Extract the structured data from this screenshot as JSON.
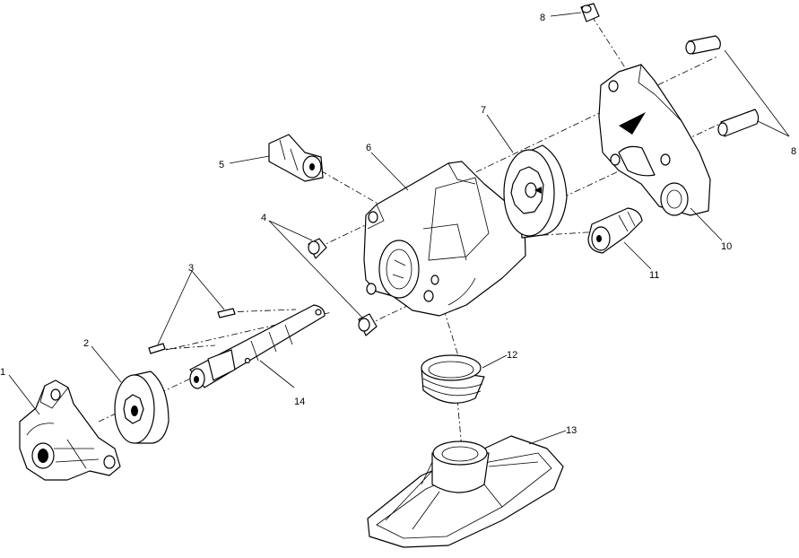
{
  "diagram": {
    "callouts": [
      {
        "id": "1",
        "text": "1"
      },
      {
        "id": "2",
        "text": "2"
      },
      {
        "id": "3",
        "text": "3"
      },
      {
        "id": "4",
        "text": "4"
      },
      {
        "id": "5",
        "text": "5"
      },
      {
        "id": "6",
        "text": "6"
      },
      {
        "id": "7",
        "text": "7"
      },
      {
        "id": "8a",
        "text": "8"
      },
      {
        "id": "8b",
        "text": "8"
      },
      {
        "id": "10",
        "text": "10"
      },
      {
        "id": "11",
        "text": "11"
      },
      {
        "id": "12",
        "text": "12"
      },
      {
        "id": "13",
        "text": "13"
      },
      {
        "id": "14",
        "text": "14"
      }
    ]
  }
}
